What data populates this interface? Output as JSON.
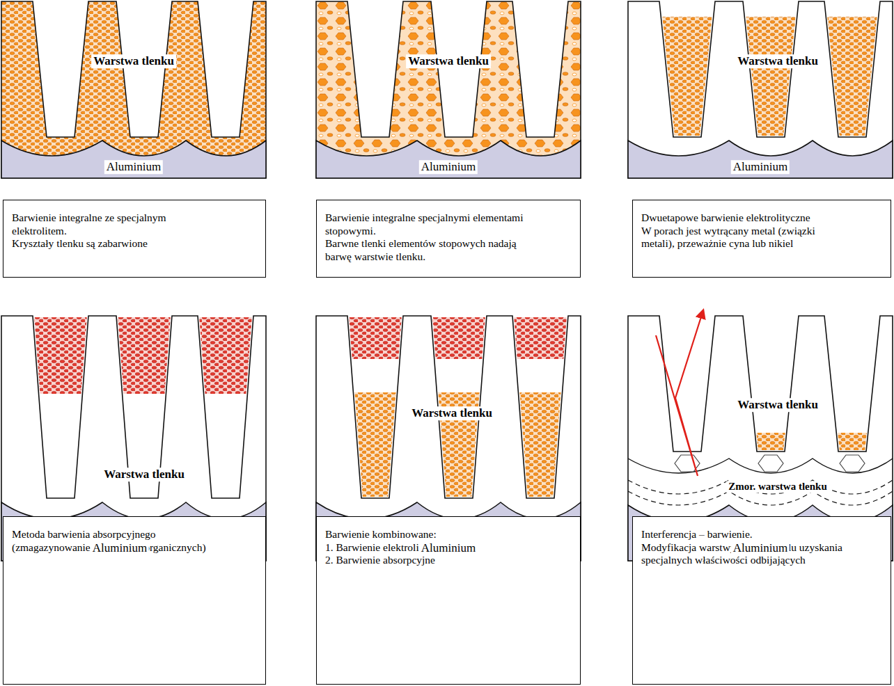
{
  "diagram": {
    "nodes": [
      {
        "text": [
          "Barwienie integralne ze specjalnym elektrolitem.",
          "Kryształy tlenku są zabarwione"
        ]
      },
      {
        "text": [
          "Barwienie integralne specjalnymi elementami stopowymi.",
          "Barwne tlenki elementów stopowych nadają barwę warstwie tlenku."
        ]
      },
      {
        "text": [
          "Dwuetapowe barwienie elektrolityczne",
          "W porach jest wytrącany metal (związki metali), przeważnie cyna lub nikiel"
        ]
      },
      {
        "text": [
          "Metoda barwienia absorpcyjnego (zmagazynowanie barwników organicznych)"
        ]
      },
      {
        "text": [
          "Barwienie kombinowane:",
          "1. Barwienie elektrolityczne",
          "2. Barwienie absorpcyjne"
        ]
      },
      {
        "text": [
          "Interferencja – barwienie.",
          "Modyfikacja warstwy tlenku w celu uzyskania specjalnych właściwości odbijających"
        ]
      }
    ],
    "labels": [
      "Warstwa tlenku",
      "Aluminium",
      "Warstwa tlenku",
      "Aluminium",
      "Warstwa tlenku",
      "Aluminium",
      "Warstwa tlenku",
      "Aluminium",
      "Warstwa tlenku",
      "Aluminium",
      "Warstwa tlenku",
      "Zmor. warstwa tlenku",
      "Aluminium"
    ]
  }
}
